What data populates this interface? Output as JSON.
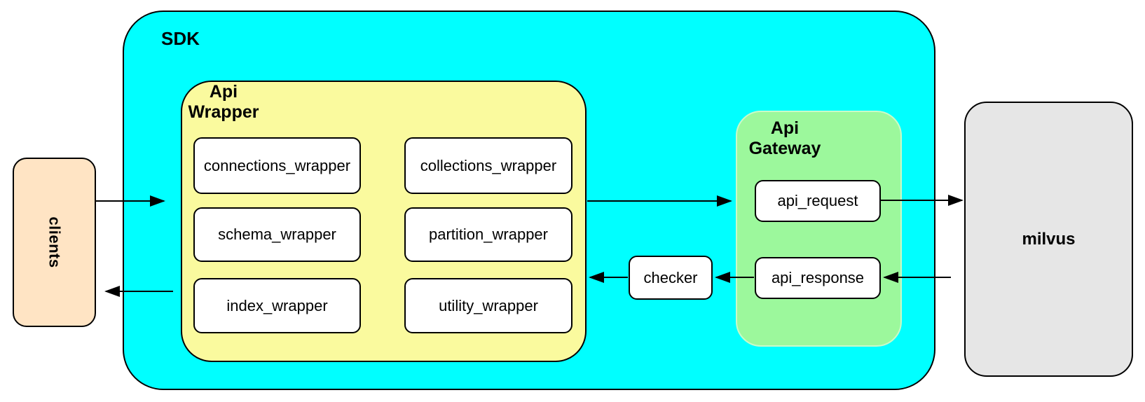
{
  "diagram": {
    "type": "architecture-flowchart",
    "clients": {
      "label": "clients",
      "fill": "#FFE4C4"
    },
    "sdk": {
      "label": "SDK",
      "fill": "#00FFFF",
      "api_wrapper": {
        "label": "Api\nWrapper",
        "fill": "#FAFA9E",
        "modules": [
          "connections_wrapper",
          "collections_wrapper",
          "schema_wrapper",
          "partition_wrapper",
          "index_wrapper",
          "utility_wrapper"
        ]
      },
      "checker": {
        "label": "checker",
        "fill": "#FFFFFF"
      },
      "api_gateway": {
        "label": "Api\nGateway",
        "fill": "#9CF89C",
        "request": {
          "label": "api_request",
          "fill": "#FFFFFF"
        },
        "response": {
          "label": "api_response",
          "fill": "#FFFFFF"
        }
      }
    },
    "milvus": {
      "label": "milvus",
      "fill": "#E6E6E6"
    },
    "colors": {
      "border": "#000000",
      "background": "#FFFFFF"
    },
    "edges": [
      {
        "from": "clients",
        "to": "SDK"
      },
      {
        "from": "Api Wrapper",
        "to": "Api Gateway"
      },
      {
        "from": "api_request",
        "to": "milvus"
      },
      {
        "from": "milvus",
        "to": "api_response"
      },
      {
        "from": "api_response",
        "to": "checker"
      },
      {
        "from": "checker",
        "to": "Api Wrapper"
      },
      {
        "from": "Api Wrapper",
        "to": "clients"
      }
    ]
  }
}
